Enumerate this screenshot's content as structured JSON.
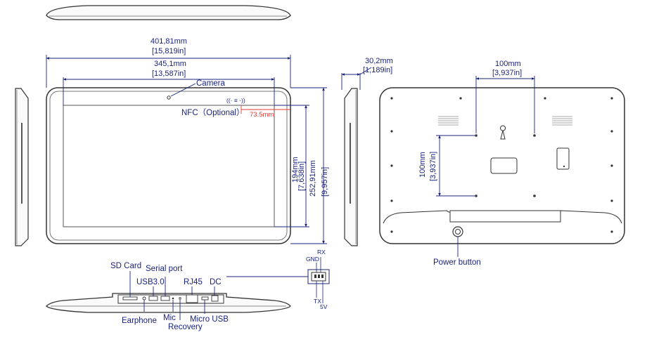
{
  "dimensions": {
    "overall_width_mm": "401,81mm",
    "overall_width_in": "[15,819in]",
    "screen_width_mm": "345,1mm",
    "screen_width_in": "[13,587in]",
    "depth_mm": "30,2mm",
    "depth_in": "[1,189in]",
    "screen_height_mm": "194mm",
    "screen_height_in": "[7,638in]",
    "overall_height_mm": "252,91mm",
    "overall_height_in": "[9,957in]",
    "vesa_h_mm": "100mm",
    "vesa_h_in": "[3,937in]",
    "vesa_v_mm": "100mm",
    "vesa_v_in": "[3,937in]",
    "nfc_offset": "73.5mm"
  },
  "labels": {
    "camera": "Camera",
    "nfc": "NFC（Optional）",
    "nfc_symbol": "((· ≡ ·))",
    "power_button": "Power button",
    "sd_card": "SD Card",
    "serial_port": "Serial port",
    "usb3": "USB3.0",
    "rj45": "RJ45",
    "dc": "DC",
    "earphone": "Earphone",
    "mic": "Mic",
    "recovery": "Recovery",
    "micro_usb": "Micro USB",
    "rx": "RX",
    "gnd": "GND",
    "tx": "TX",
    "five_v": "5V"
  },
  "colors": {
    "outline": "#333333",
    "dimension": "#1a237e",
    "red_dim": "#e53935"
  }
}
